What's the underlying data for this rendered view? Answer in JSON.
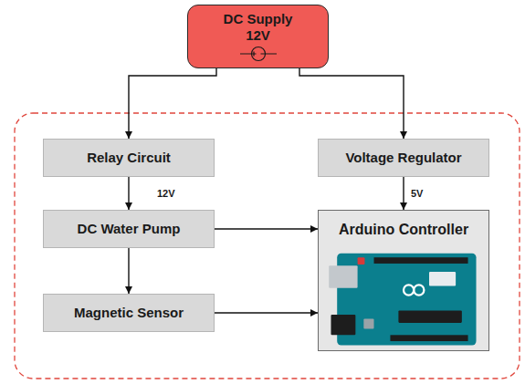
{
  "diagram": {
    "nodes": [
      {
        "text": [
          "DC Supply",
          "12V"
        ]
      },
      {
        "text": [
          "Relay Circuit"
        ]
      },
      {
        "text": [
          "Voltage Regulator"
        ]
      },
      {
        "text": [
          "DC Water Pump"
        ]
      },
      {
        "text": [
          "Arduino Controller"
        ]
      },
      {
        "text": [
          "Magnetic Sensor"
        ]
      }
    ],
    "edges": [
      {
        "from": 0,
        "to": 1,
        "arrow": "to"
      },
      {
        "from": 0,
        "to": 2,
        "arrow": "to"
      },
      {
        "from": 1,
        "to": 3,
        "arrow": "to"
      },
      {
        "from": 2,
        "to": 4,
        "arrow": "to"
      },
      {
        "from": 3,
        "to": 4,
        "arrow": "to"
      },
      {
        "from": 3,
        "to": 5,
        "arrow": "to"
      },
      {
        "from": 5,
        "to": 4,
        "arrow": "to"
      }
    ],
    "labels": [
      "12V",
      "5V"
    ]
  }
}
